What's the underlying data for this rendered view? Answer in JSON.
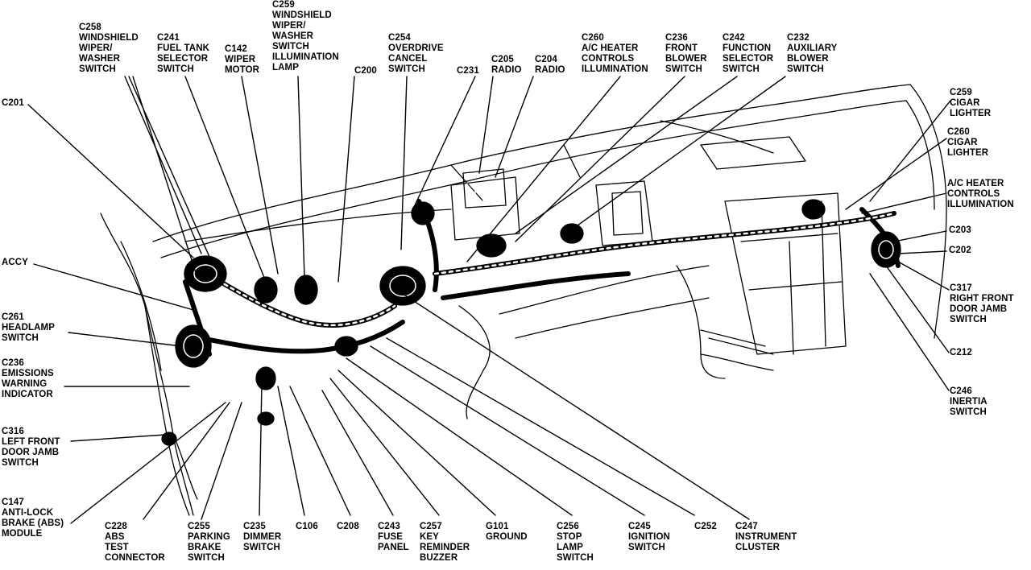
{
  "colors": {
    "ink": "#000000",
    "paper": "#ffffff"
  },
  "labels": {
    "c258_top": "C258\nWINDSHIELD\nWIPER/\nWASHER\nSWITCH",
    "c241": "C241\nFUEL TANK\nSELECTOR\nSWITCH",
    "c142": "C142\nWIPER\nMOTOR",
    "c259_top": "C259\nWINDSHIELD\nWIPER/\nWASHER\nSWITCH\nILLUMINATION\nLAMP",
    "c200": "C200",
    "c254": "C254\nOVERDRIVE\nCANCEL\nSWITCH",
    "c231": "C231",
    "c205": "C205\nRADIO",
    "c204": "C204\nRADIO",
    "c260_ac": "C260\nA/C HEATER\nCONTROLS\nILLUMINATION",
    "c236": "C236\nFRONT\nBLOWER\nSWITCH",
    "c242": "C242\nFUNCTION\nSELECTOR\nSWITCH",
    "c232": "C232\nAUXILIARY\nBLOWER\nSWITCH",
    "c201": "C201",
    "accy": "ACCY",
    "c261": "C261\nHEADLAMP\nSWITCH",
    "c236_emis": "C236\nEMISSIONS\nWARNING\nINDICATOR",
    "c316": "C316\nLEFT FRONT\nDOOR JAMB\nSWITCH",
    "c147": "C147\nANTI-LOCK\nBRAKE (ABS)\nMODULE",
    "c228": "C228\nABS\nTEST\nCONNECTOR",
    "c255": "C255\nPARKING\nBRAKE\nSWITCH",
    "c235": "C235\nDIMMER\nSWITCH",
    "c106": "C106",
    "c208": "C208",
    "c243": "C243\nFUSE\nPANEL",
    "c257": "C257\nKEY\nREMINDER\nBUZZER",
    "g101": "G101\nGROUND",
    "c256": "C256\nSTOP\nLAMP\nSWITCH",
    "c245": "C245\nIGNITION\nSWITCH",
    "c252": "C252",
    "c247": "C247\nINSTRUMENT\nCLUSTER",
    "c259_right": "C259\nCIGAR\nLIGHTER",
    "c260_right": "C260\nCIGAR\nLIGHTER",
    "ac_illum": "A/C HEATER\nCONTROLS\nILLUMINATION",
    "c203": "C203",
    "c202": "C202",
    "c317": "C317\nRIGHT FRONT\nDOOR JAMB\nSWITCH",
    "c212": "C212",
    "c246": "C246\nINERTIA\nSWITCH"
  }
}
